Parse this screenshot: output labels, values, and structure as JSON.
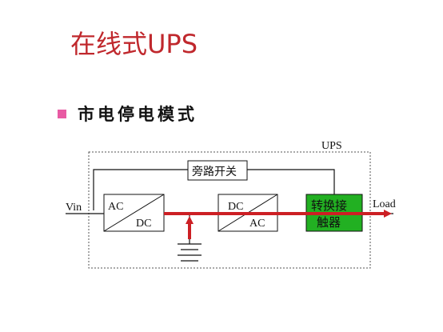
{
  "slide": {
    "title": "在线式UPS",
    "bullet": "市电停电模式"
  },
  "diagram": {
    "ups_label": "UPS",
    "vin_label": "Vin",
    "load_label": "Load",
    "bypass_switch": "旁路开关",
    "rectifier": {
      "top": "AC",
      "bottom": "DC"
    },
    "inverter": {
      "top": "DC",
      "bottom": "AC"
    },
    "transfer_contactor": {
      "line1": "转换接",
      "line2": "触器"
    },
    "colors": {
      "title": "#c0282d",
      "bullet": "#e85aa3",
      "power_path": "#cc1f24",
      "contactor_fill": "#22b022"
    }
  }
}
